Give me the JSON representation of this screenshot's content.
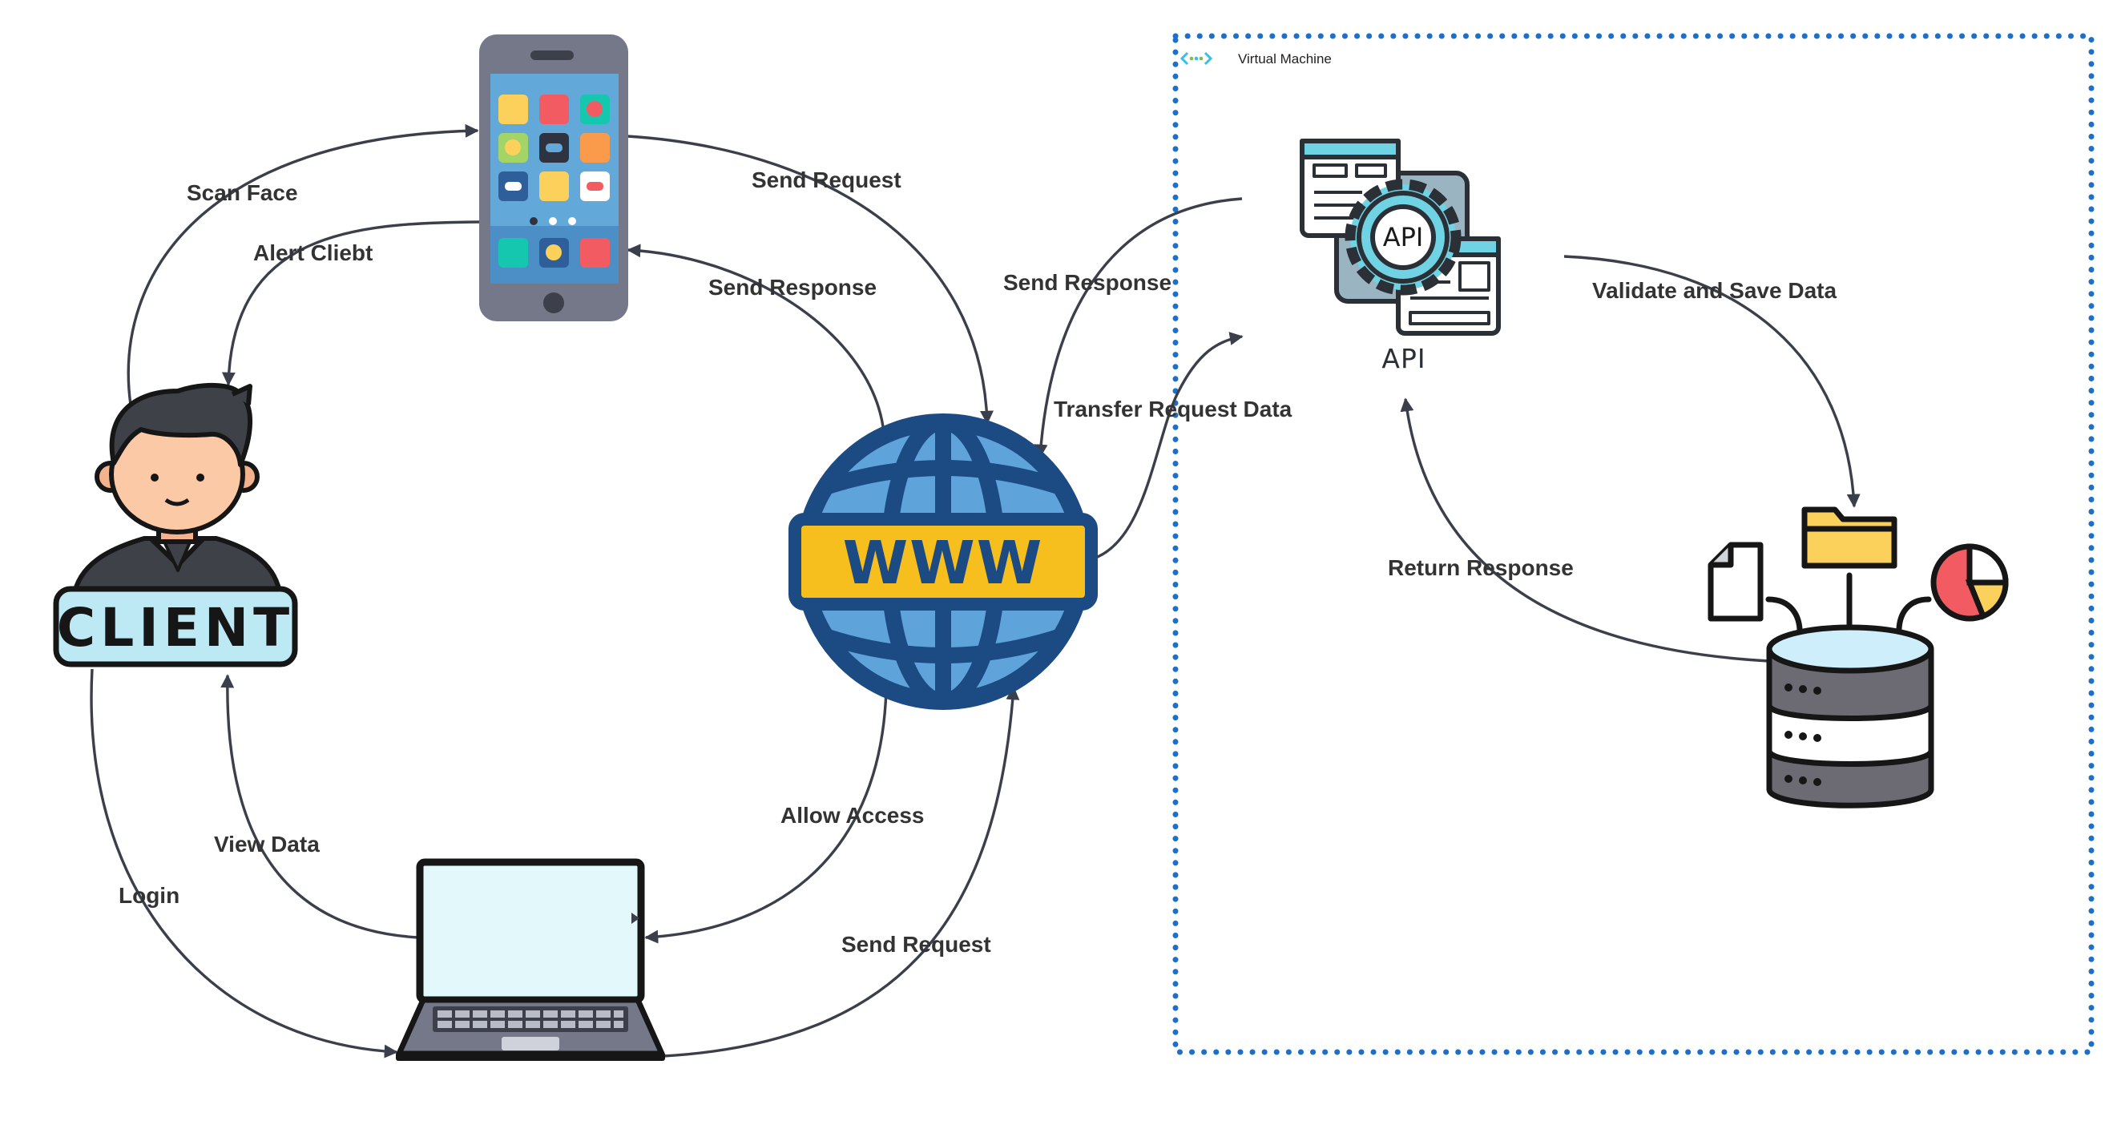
{
  "vm_boundary": {
    "title": "Virtual Machine",
    "border_color": "#1e6fc8"
  },
  "nodes": {
    "client": {
      "text": "CLIENT"
    },
    "web": {
      "text": "WWW"
    },
    "api": {
      "caption": "API",
      "gear_text": "API"
    }
  },
  "edges": {
    "scan_face": "Scan Face",
    "alert_client": "Alert Cliebt",
    "phone_send_request": "Send Request",
    "phone_send_response": "Send Response",
    "vm_send_response": "Send Response",
    "transfer_request_data": "Transfer Request Data",
    "validate_save": "Validate and Save Data",
    "return_response": "Return Response",
    "allow_access": "Allow Access",
    "laptop_send_request": "Send Request",
    "view_data": "View Data",
    "login": "Login"
  },
  "colors": {
    "edge": "#3a3f4b",
    "globe_blue": "#1c4a82",
    "globe_light": "#5fa3db",
    "banner_yellow": "#f7bf1e",
    "phone_body": "#747889",
    "screen_blue": "#62a8d8",
    "client_badge": "#bde9f5",
    "laptop_screen": "#e2f8fb",
    "db_body": "#6c6a73",
    "db_top": "#cfeefb",
    "folder_yellow": "#fbd15c"
  }
}
